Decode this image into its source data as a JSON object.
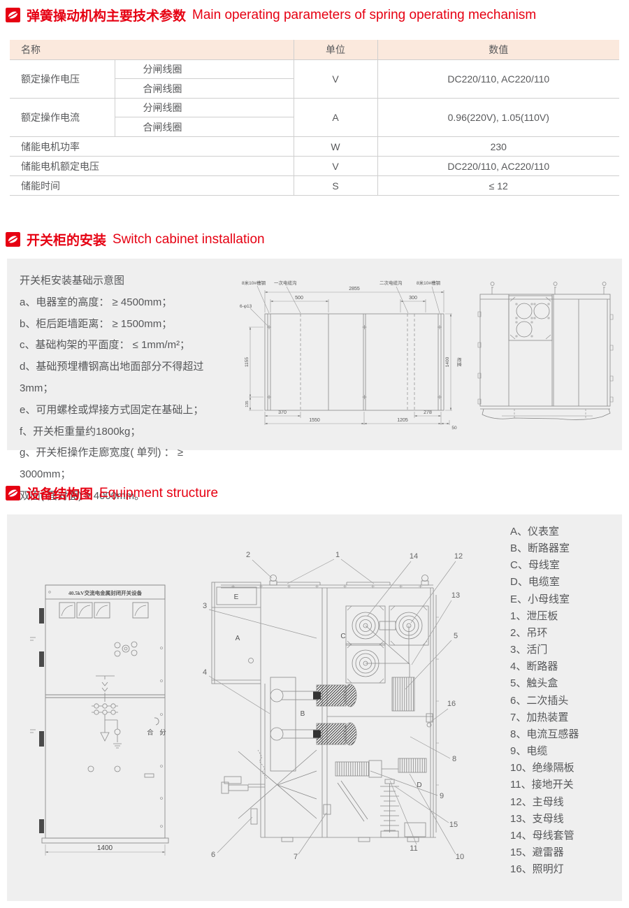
{
  "colors": {
    "accent_red": "#e60012",
    "table_header_bg": "#fbe9dd",
    "panel_gray": "#efefef"
  },
  "params": {
    "title_zh": "弹簧操动机构主要技术参数",
    "title_en": "Main operating parameters of spring operating mechanism",
    "table": {
      "col_name": "名称",
      "col_unit": "单位",
      "col_value": "数值",
      "r1_name": "额定操作电压",
      "r1_sub1": "分闸线圈",
      "r1_sub2": "合闸线圈",
      "r1_unit": "V",
      "r1_value": "DC220/110, AC220/110",
      "r2_name": "额定操作电流",
      "r2_sub1": "分闸线圈",
      "r2_sub2": "合闸线圈",
      "r2_unit": "A",
      "r2_value": "0.96(220V), 1.05(110V)",
      "r3_name": "储能电机功率",
      "r3_unit": "W",
      "r3_value": "230",
      "r4_name": "储能电机额定电压",
      "r4_unit": "V",
      "r4_value": "DC220/110, AC220/110",
      "r5_name": "储能时间",
      "r5_unit": "S",
      "r5_value": "≤ 12"
    }
  },
  "installation": {
    "title_zh": "开关柜的安装",
    "title_en": "Switch cabinet installation",
    "notes": [
      "开关柜安装基础示意图",
      "a、电器室的高度： ≥ 4500mm；",
      "b、柜后距墙距离： ≥ 1500mm；",
      "c、基础构架的平面度： ≤ 1mm/m²；",
      "d、基础预埋槽钢高出地面部分不得超过3mm；",
      "e、可用螺栓或焊接方式固定在基础上；",
      "f、开关柜重量约1800kg；",
      "g、开关柜操作走廊宽度( 单列) ： ≥ 3000mm；",
      "双面( 面对面) ≥ 4000mm。"
    ],
    "plan": {
      "labels": {
        "channel_steel_left": "8米10#槽钢",
        "primary_trench": "一次电缆沟",
        "secondary_trench": "二次电缆沟",
        "channel_steel_right": "8米10#槽钢",
        "holes": "6-φ13",
        "cabinet_width": "柜宽"
      },
      "dims": {
        "total_w": "2855",
        "d500": "500",
        "d300": "300",
        "d1155": "1155",
        "d135": "135",
        "d1400": "1400",
        "d370": "370",
        "d1550": "1550",
        "d1205": "1205",
        "d278": "278",
        "d50": "50"
      }
    }
  },
  "structure": {
    "title_zh": "设备结构图",
    "title_en": "Equipment structure",
    "front": {
      "nameplate": "40.5kV交流电金属封闭开关设备",
      "close_label": "合",
      "open_label": "分",
      "width_dim": "1400"
    },
    "chambers": [
      "A",
      "B",
      "C",
      "D",
      "E"
    ],
    "callouts": [
      "1",
      "2",
      "3",
      "4",
      "5",
      "6",
      "7",
      "8",
      "9",
      "10",
      "11",
      "12",
      "13",
      "14",
      "15",
      "16"
    ],
    "parts": [
      "A、仪表室",
      "B、断路器室",
      "C、母线室",
      "D、电缆室",
      "E、小母线室",
      "1、泄压板",
      "2、吊环",
      "3、活门",
      "4、断路器",
      "5、触头盒",
      "6、二次插头",
      "7、加热装置",
      "8、电流互感器",
      "9、电缆",
      "10、绝缘隔板",
      "11、接地开关",
      "12、主母线",
      "13、支母线",
      "14、母线套管",
      "15、避雷器",
      "16、照明灯"
    ]
  }
}
